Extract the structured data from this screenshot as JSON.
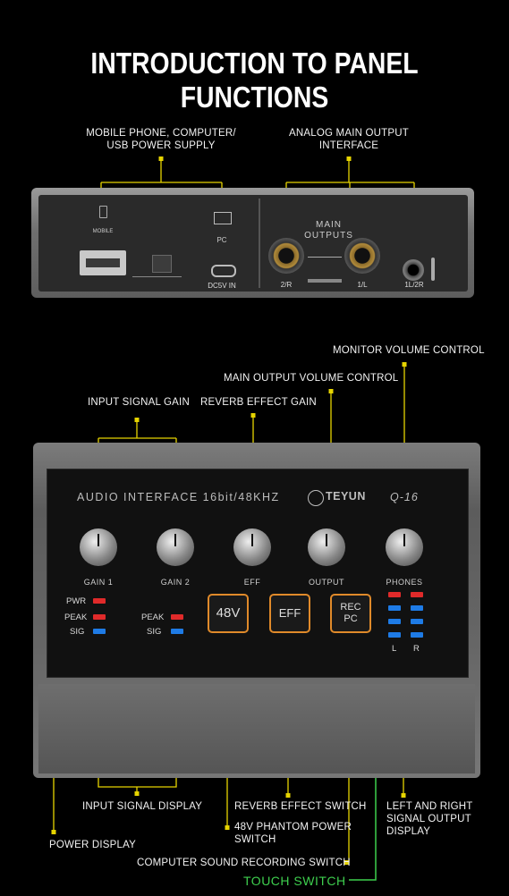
{
  "title": "INTRODUCTION TO PANEL FUNCTIONS",
  "back_panel": {
    "callouts": {
      "usb_power": [
        "MOBILE PHONE, COMPUTER/",
        "USB POWER SUPPLY"
      ],
      "analog_output": [
        "ANALOG MAIN OUTPUT",
        "INTERFACE"
      ]
    },
    "labels": {
      "mobile": "MOBILE",
      "pc": "PC",
      "dc5v": "DC5V IN",
      "main_outputs": [
        "MAIN",
        "OUTPUTS"
      ],
      "out_2r": "2/R",
      "out_1l": "1/L",
      "out_1l2r": "1L/2R"
    }
  },
  "front_panel": {
    "callouts": {
      "monitor_volume": "MONITOR VOLUME CONTROL",
      "main_output_volume": "MAIN OUTPUT VOLUME CONTROL",
      "input_signal_gain": "INPUT SIGNAL GAIN",
      "reverb_gain": "REVERB EFFECT GAIN",
      "input_signal_display": "INPUT SIGNAL DISPLAY",
      "reverb_switch": "REVERB EFFECT SWITCH",
      "phantom_switch": [
        "48V PHANTOM POWER",
        "SWITCH"
      ],
      "lr_display": [
        "LEFT AND RIGHT",
        "SIGNAL OUTPUT",
        "DISPLAY"
      ],
      "power_display": "POWER DISPLAY",
      "recording_switch": "COMPUTER SOUND RECORDING SWITCH",
      "touch_switch": "TOUCH SWITCH"
    },
    "panel_text": {
      "model_line": "AUDIO INTERFACE 16bit/48KHZ",
      "brand": "TEYUN",
      "model": "Q-16"
    },
    "knobs": [
      {
        "label": "GAIN 1"
      },
      {
        "label": "GAIN 2"
      },
      {
        "label": "EFF"
      },
      {
        "label": "OUTPUT"
      },
      {
        "label": "PHONES"
      }
    ],
    "switches": {
      "phantom": "48V",
      "effect": "EFF",
      "rec_line1": "REC",
      "rec_line2": "PC"
    },
    "leds": {
      "pwr": "PWR",
      "peak1": "PEAK",
      "sig1": "SIG",
      "peak2": "PEAK",
      "sig2": "SIG",
      "l": "L",
      "r": "R"
    },
    "colors": {
      "callout_line": "#e6d400",
      "touch_line": "#3ecf4e",
      "switch_border": "#e08a2a",
      "led_red": "#e02a2a",
      "led_blue": "#1e7be6"
    }
  }
}
